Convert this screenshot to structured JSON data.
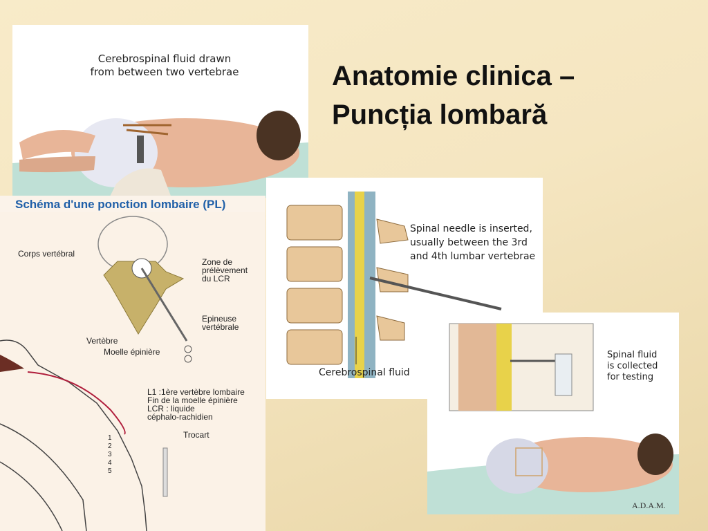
{
  "slide": {
    "title_line1": "Anatomie clinica –",
    "title_line2": "Puncția lombară"
  },
  "panel_top_left": {
    "caption": "Cerebrospinal fluid drawn\nfrom between two vertebrae"
  },
  "panel_schema": {
    "header": "Schéma d'une ponction lombaire (PL)",
    "labels": {
      "corps": "Corps vertébral",
      "zone": "Zone de\nprélèvement\ndu LCR",
      "epineuse": "Epineuse\nvertébrale",
      "vertebre": "Vertèbre",
      "moelle": "Moelle épinière",
      "l1": "L1 :1ère vertèbre lombaire\nFin de la moelle épinière\nLCR : liquide\ncéphalo-rachidien",
      "trocart": "Trocart",
      "numbers": "1\n2\n3\n4\n5"
    }
  },
  "panel_needle": {
    "caption": "Spinal needle is inserted,\nusually between the 3rd\nand 4th lumbar vertebrae",
    "bottom_label": "Cerebrospinal fluid"
  },
  "panel_collect": {
    "caption": "Spinal fluid\nis collected\nfor testing",
    "logo": "A.D.A.M."
  },
  "colors": {
    "background": "#f5e6c1",
    "schema_header": "#1f5fa8",
    "skin": "#e8b598",
    "bone": "#d9a26a",
    "csf": "#e8d24a"
  }
}
